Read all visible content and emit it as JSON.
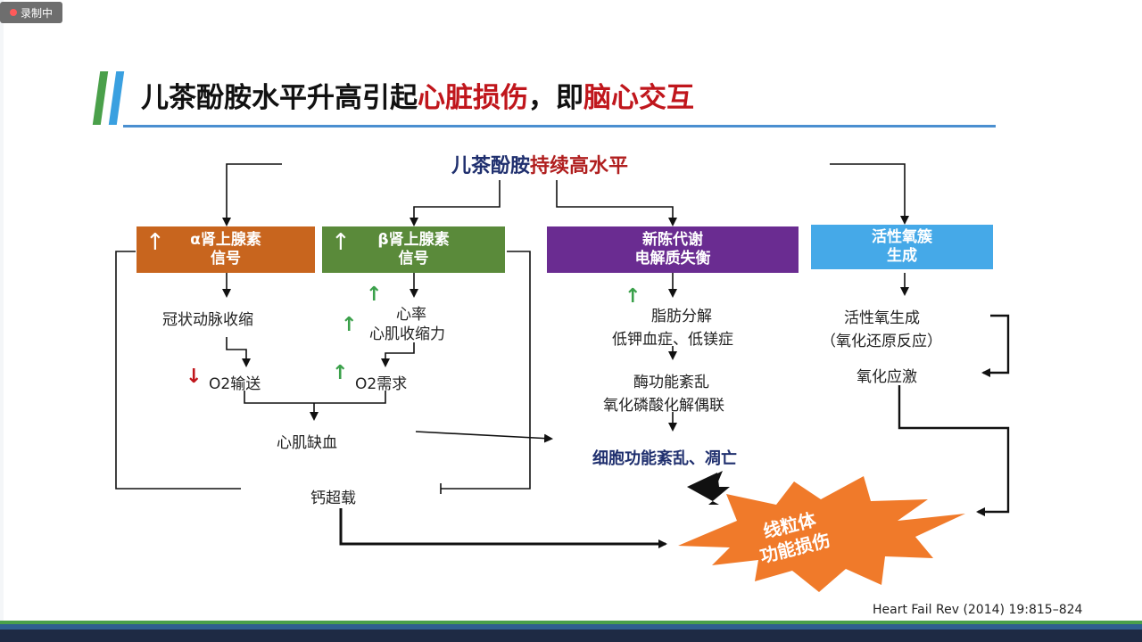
{
  "recording_badge": "录制中",
  "title": {
    "part1": "儿茶酚胺水平升高引起",
    "part2": "心脏损伤",
    "part3": "，即",
    "part4": "脑心交互"
  },
  "top_label": {
    "part1": "儿茶酚胺",
    "part2": "持续高水平"
  },
  "boxes": {
    "alpha": {
      "line1": "α肾上腺素",
      "line2": "信号",
      "color": "#c8651e",
      "arrow": "↑"
    },
    "beta": {
      "line1": "β肾上腺素",
      "line2": "信号",
      "color": "#5a8a3a",
      "arrow": "↑"
    },
    "metabolism": {
      "line1": "新陈代谢",
      "line2": "电解质失衡",
      "color": "#6a2c91"
    },
    "ros": {
      "line1": "活性氧簇",
      "line2": "生成",
      "color": "#45a9e8"
    }
  },
  "alpha_branch": {
    "coronary": "冠状动脉收缩",
    "o2_delivery": "O2输送"
  },
  "beta_branch": {
    "heart_rate": "心率",
    "contractility": "心肌收缩力",
    "o2_demand": "O2需求"
  },
  "ischemia": "心肌缺血",
  "calcium": "钙超载",
  "metabolism_branch": {
    "lipolysis": "脂肪分解",
    "hypo": "低钾血症、低镁症",
    "enzyme": "酶功能紊乱",
    "uncoupling": "氧化磷酸化解偶联"
  },
  "ros_branch": {
    "ros_generation": "活性氧生成",
    "redox": "（氧化还原反应）",
    "stress": "氧化应激"
  },
  "result": "细胞功能紊乱、凋亡",
  "mitochondria": {
    "line1": "线粒体",
    "line2": "功能损伤"
  },
  "citation": "Heart Fail Rev (2014) 19:815–824",
  "colors": {
    "accent_red": "#c0161c",
    "navy": "#1f2f6e",
    "burst": "#f07a2a",
    "up_green": "#3aa04a"
  }
}
